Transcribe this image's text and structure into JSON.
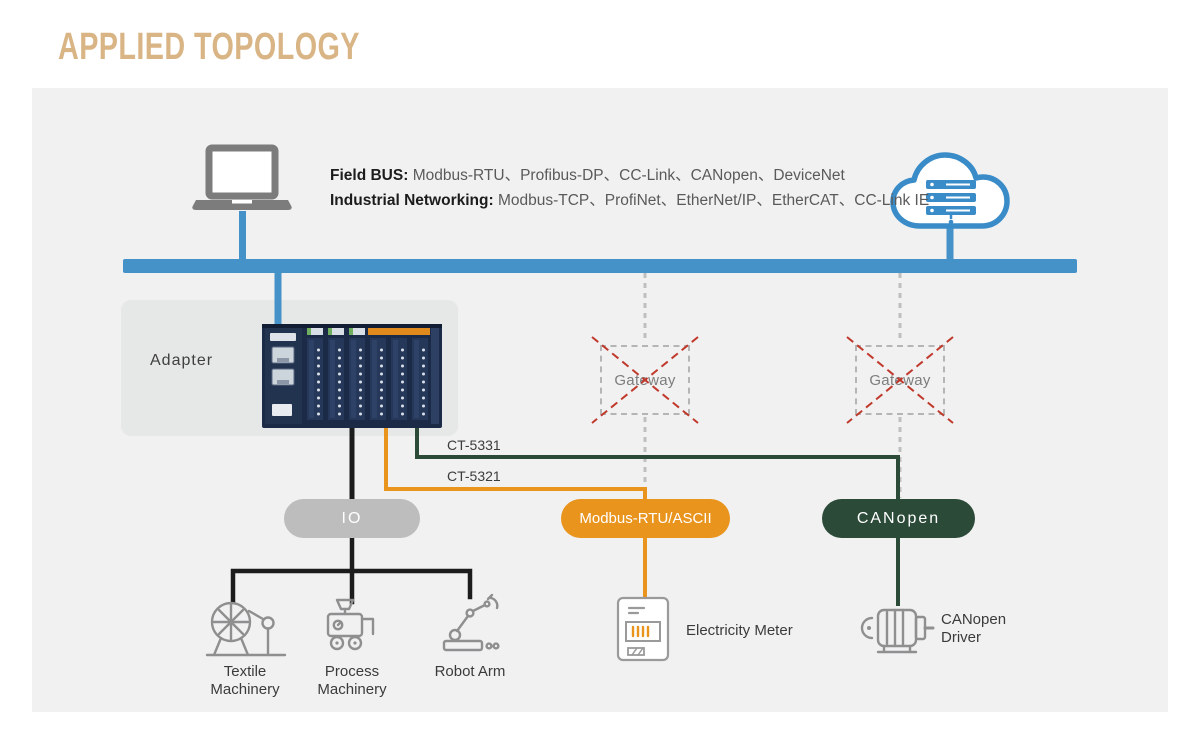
{
  "title": "APPLIED TOPOLOGY",
  "network": {
    "field_bus_label": "Field BUS:",
    "field_bus_value": "Modbus-RTU、Profibus-DP、CC-Link、CANopen、DeviceNet",
    "industrial_label": "Industrial Networking:",
    "industrial_value": "Modbus-TCP、ProfiNet、EtherNet/IP、EtherCAT、CC-Link IE"
  },
  "adapter": {
    "label": "Adapter"
  },
  "gateways": {
    "left_label": "Gateway",
    "right_label": "Gateway"
  },
  "cables": {
    "ct5331": "CT-5331",
    "ct5321": "CT-5321"
  },
  "buses": {
    "io_label": "IO",
    "modbus_label": "Modbus-RTU/ASCII",
    "canopen_label": "CANopen"
  },
  "endpoints": {
    "textile_line1": "Textile",
    "textile_line2": "Machinery",
    "process_line1": "Process",
    "process_line2": "Machinery",
    "robot_label": "Robot Arm",
    "meter_label": "Electricity Meter",
    "driver_line1": "CANopen",
    "driver_line2": "Driver"
  },
  "colors": {
    "bus_blue": "#4592c8",
    "cloud_blue": "#3a8cc8",
    "orange": "#e8941d",
    "dark_green": "#2b4a38",
    "io_gray": "#bdbdbd",
    "title_tan": "#d9b586",
    "cross_red": "#c0392b",
    "panel_gray": "#f1f1f2",
    "line_black": "#1c1c1c"
  },
  "icons": {
    "laptop": "laptop-icon",
    "cloud": "cloud-server-icon",
    "adapter_device": "plc-adapter-device",
    "textile": "textile-machinery-icon",
    "process": "process-machinery-icon",
    "robot": "robot-arm-icon",
    "meter": "electricity-meter-icon",
    "driver": "motor-driver-icon"
  }
}
